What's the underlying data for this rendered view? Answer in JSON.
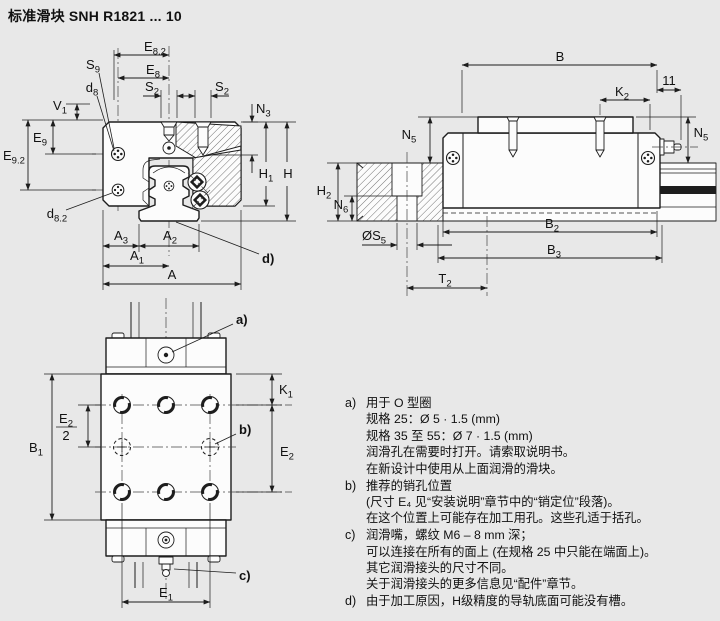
{
  "title": "标准滑块 SNH R1821 ... 10",
  "front": {
    "dims": {
      "E82": {
        "b": "E",
        "s": "8.2"
      },
      "E8": {
        "b": "E",
        "s": "8"
      },
      "S9": {
        "b": "S",
        "s": "9"
      },
      "d8": {
        "b": "d",
        "s": "8"
      },
      "S2L": {
        "b": "S",
        "s": "2"
      },
      "S2R": {
        "b": "S",
        "s": "2"
      },
      "N3": {
        "b": "N",
        "s": "3"
      },
      "V1": {
        "b": "V",
        "s": "1"
      },
      "E9": {
        "b": "E",
        "s": "9"
      },
      "E92": {
        "b": "E",
        "s": "9.2"
      },
      "d82": {
        "b": "d",
        "s": "8.2"
      },
      "H1": {
        "b": "H",
        "s": "1"
      },
      "H": {
        "b": "H",
        "s": ""
      },
      "A3": {
        "b": "A",
        "s": "3"
      },
      "A2": {
        "b": "A",
        "s": "2"
      },
      "A1": {
        "b": "A",
        "s": "1"
      },
      "A": {
        "b": "A",
        "s": ""
      },
      "noteD": "d)"
    }
  },
  "side": {
    "dims": {
      "B": {
        "b": "B",
        "s": ""
      },
      "len11": "11",
      "K2": {
        "b": "K",
        "s": "2"
      },
      "N5L": {
        "b": "N",
        "s": "5"
      },
      "N5R": {
        "b": "N",
        "s": "5"
      },
      "H2": {
        "b": "H",
        "s": "2"
      },
      "N6": {
        "b": "N",
        "s": "6"
      },
      "S5": {
        "b": "ØS",
        "s": "5"
      },
      "B2": {
        "b": "B",
        "s": "2"
      },
      "B3": {
        "b": "B",
        "s": "3"
      },
      "T2": {
        "b": "T",
        "s": "2"
      }
    }
  },
  "top": {
    "dims": {
      "noteA": "a)",
      "noteB": "b)",
      "noteC": "c)",
      "K1": {
        "b": "K",
        "s": "1"
      },
      "E2num": {
        "b": "E",
        "s": "2"
      },
      "E2den": "2",
      "B1": {
        "b": "B",
        "s": "1"
      },
      "E2": {
        "b": "E",
        "s": "2"
      },
      "E1": {
        "b": "E",
        "s": "1"
      }
    }
  },
  "notes": [
    {
      "marker": "a)",
      "lines": [
        "用于 O 型圈",
        "规格 25：Ø 5 · 1.5 (mm)",
        "规格 35 至 55：Ø 7 · 1.5 (mm)",
        "润滑孔在需要时打开。请索取说明书。",
        "在新设计中使用从上面润滑的滑块。"
      ]
    },
    {
      "marker": "b)",
      "lines": [
        "推荐的销孔位置",
        "(尺寸 E₄ 见“安装说明”章节中的“销定位”段落)。",
        "在这个位置上可能存在加工用孔。这些孔适于括孔。"
      ]
    },
    {
      "marker": "c)",
      "lines": [
        "润滑嘴，螺纹 M6 – 8 mm 深；",
        "可以连接在所有的面上 (在规格 25 中只能在端面上)。",
        "其它润滑接头的尺寸不同。",
        "关于润滑接头的更多信息见“配件”章节。"
      ]
    },
    {
      "marker": "d)",
      "lines": [
        "由于加工原因，H级精度的导轨底面可能没有槽。"
      ]
    }
  ],
  "colors": {
    "background": "#e8e8e8",
    "line": "#1d1d1d",
    "part_fill": "#fcfcfc"
  }
}
